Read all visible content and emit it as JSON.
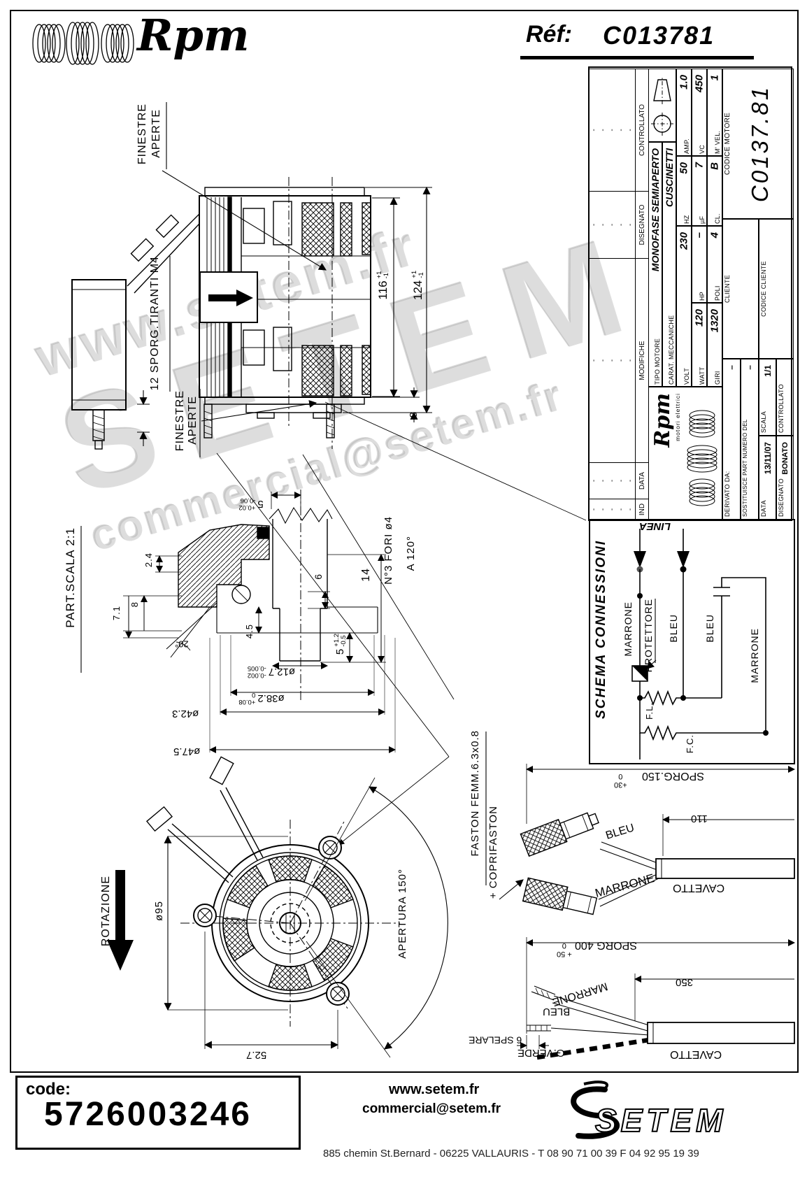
{
  "header": {
    "brand": "Rpm",
    "ref_label": "Réf:",
    "ref_value": "C013781"
  },
  "title_block": {
    "dash": "-",
    "rev_headers": [
      "IND",
      "DATA",
      "MODIFICHE",
      "DISEGNATO",
      "CONTROLLATO"
    ],
    "tipo_label": "TIPO MOTORE",
    "tipo_value": "MONOFASE SEMIAPERTO",
    "carat_label": "CARAT. MECCANICHE",
    "carat_value": "CUSCINETTI",
    "spec_rows": [
      [
        {
          "l": "VOLT",
          "v": "230"
        },
        {
          "l": "HZ",
          "v": "50"
        },
        {
          "l": "AMP.",
          "v": "1.0"
        }
      ],
      [
        {
          "l": "WATT",
          "v": "120"
        },
        {
          "l": "HP",
          "v": "–"
        },
        {
          "l": "µF",
          "v": "7"
        },
        {
          "l": "VC",
          "v": "450"
        }
      ],
      [
        {
          "l": "GIRI",
          "v": "1320"
        },
        {
          "l": "POLI",
          "v": "4"
        },
        {
          "l": "CL.",
          "v": "B"
        },
        {
          "l": "M' VEL.",
          "v": "1"
        }
      ]
    ],
    "logo_script": "Rpm",
    "logo_sub": "motori elettrici",
    "derivato_label": "DERIVATO DA:",
    "derivato_value": "–",
    "sostituisce_label": "SOSTITUISCE PART NUMERO DEL",
    "sostituisce_value": "–",
    "data_label": "DATA",
    "data_value": "13/11/07",
    "scala_label": "SCALA",
    "scala_value": "1/1",
    "disegnato_label": "DISEGNATO",
    "disegnato_value": "BONATO",
    "controllato_label": "CONTROLLATO",
    "cliente_label": "CLIENTE",
    "codice_cliente_label": "CODICE CLIENTE",
    "codice_motore_label": "CODICE MOTORE",
    "codice_motore_value": "C0137.81"
  },
  "side_view": {
    "finestre": "FINESTRE",
    "aperte": "APERTE",
    "sporg": "12 SPORG.TIRANTI M4",
    "dim116": "116",
    "dim124": "124",
    "tol_p": "+1",
    "tol_m": "-1",
    "dim8": "8"
  },
  "detail": {
    "title": "PART.SCALA 2:1",
    "d71": "7.1",
    "d8": "8",
    "d24": "2.4",
    "a20": "20°",
    "d45": "4.5",
    "d5a": "5",
    "d5a_tp": "+0.02",
    "d5a_tm": "-0.06",
    "d6": "6",
    "d14": "14",
    "d5b": "5",
    "d5b_tp": "+1.2",
    "d5b_tm": "-0.5",
    "d127": "ø12.7",
    "d127_tp": "-0.002",
    "d127_tm": "-0.005",
    "d382": "ø38.2",
    "d382_tp": "+0.08",
    "d382_tm": "0",
    "d423": "ø42.3",
    "d475": "ø47.5",
    "fori": "N°3 FORI ø4",
    "fori_ang": "A 120°"
  },
  "schema": {
    "title": "SCHEMA CONNESSIONI",
    "linea": "LINEA",
    "marrone": "MARRONE",
    "protettore": "PROTETTORE",
    "bleu": "BLEU",
    "fl": "F.L.",
    "fc": "F.C."
  },
  "front": {
    "rotazione": "ROTAZIONE",
    "d95": "ø95",
    "apertura": "APERTURA 150°",
    "d527": "52.7"
  },
  "cables": {
    "faston": "FASTON FEMM.6.3x0.8",
    "coprifaston": "+ COPRIFASTON",
    "bleu": "BLEU",
    "marrone": "MARRONE",
    "cavetto": "CAVETTO",
    "gverde": "G.VERDE",
    "c1_sporg": "SPORG.150",
    "c1_tp": "+30",
    "c1_t0": "0",
    "c1_dim": "110",
    "c2_sporg": "SPORG 400",
    "c2_tp": "+ 50",
    "c2_t0": "0",
    "c2_dim": "350",
    "spelare": "6 SPELARE"
  },
  "watermark": {
    "line1": "www.setem.fr",
    "line2": "SETEM",
    "line3": "commercial@setem.fr"
  },
  "footer": {
    "code_label": "code:",
    "code_value": "5726003246",
    "site": "www.setem.fr",
    "email": "commercial@setem.fr",
    "logo": "SETEM",
    "address": "885 chemin St.Bernard  -  06225 VALLAURIS  -  T 08 90 71 00 39   F 04 92 95 19 39"
  }
}
